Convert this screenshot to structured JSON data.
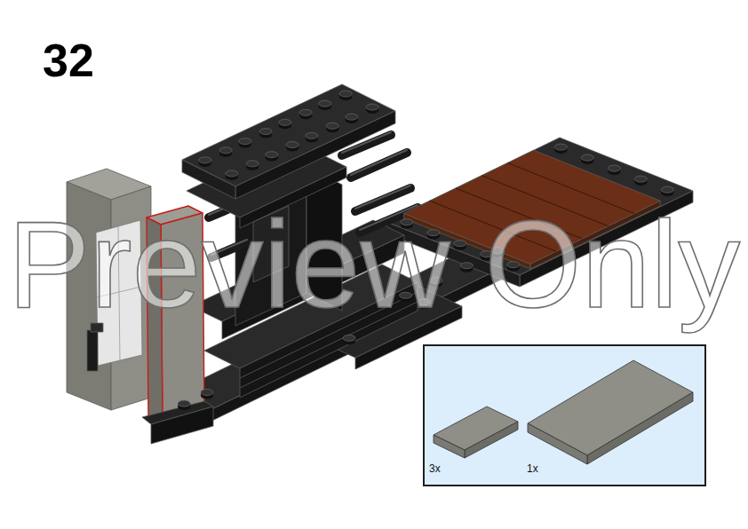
{
  "diagram": {
    "nodes": [
      {
        "text": [
          "3x",
          "1x"
        ]
      }
    ],
    "labels": [
      "32",
      "Preview Only"
    ]
  }
}
